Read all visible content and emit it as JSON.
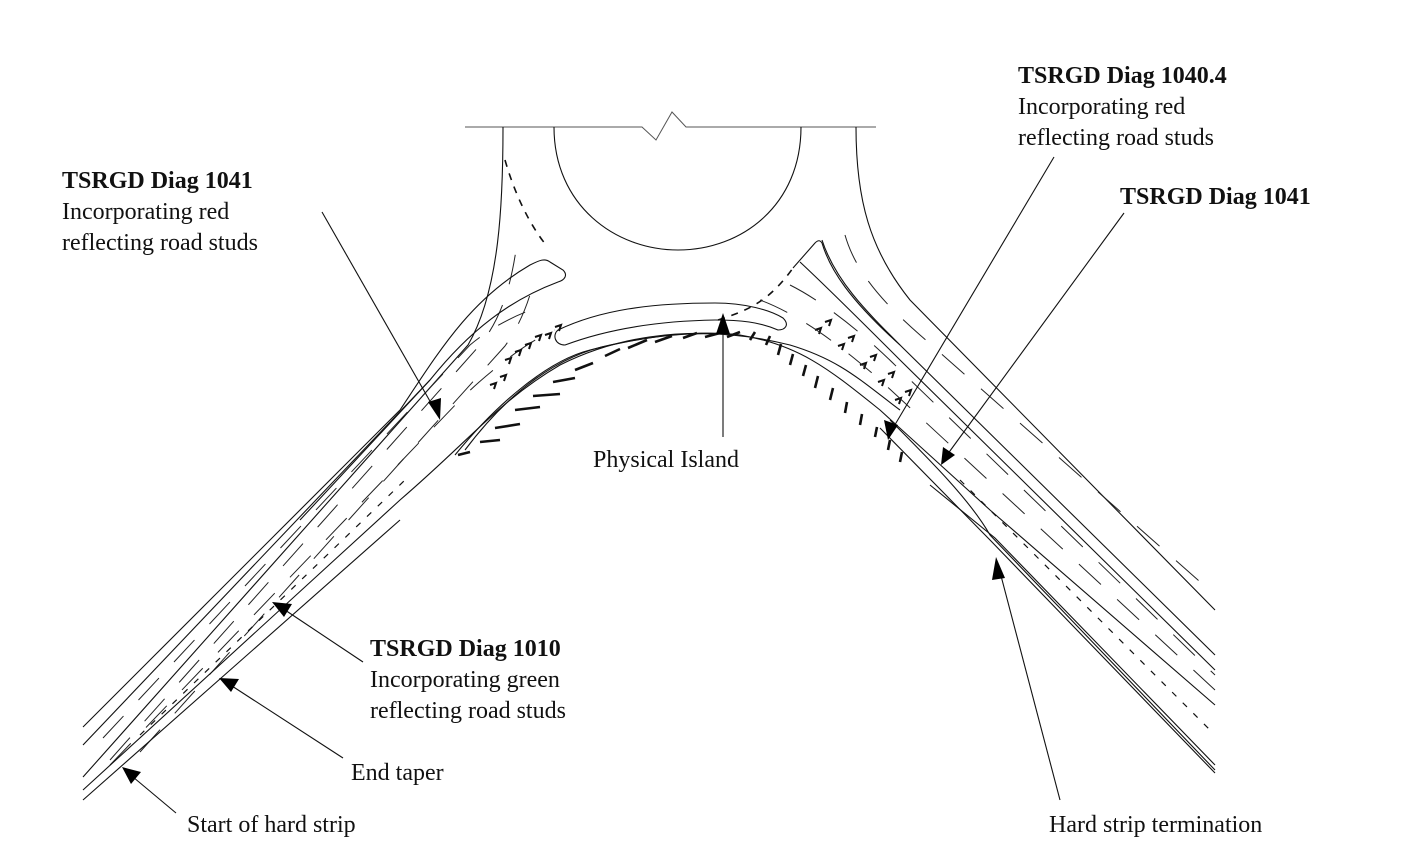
{
  "diagram": {
    "title": "Road junction marking layout",
    "colors": {
      "line": "#111111",
      "background": "#ffffff"
    },
    "labels": {
      "diag1041_left": {
        "title": "TSRGD Diag 1041",
        "line1": "Incorporating red",
        "line2": "reflecting road studs"
      },
      "diag1040_4": {
        "title": "TSRGD Diag 1040.4",
        "line1": "Incorporating red",
        "line2": "reflecting road studs"
      },
      "diag1041_right": {
        "title": "TSRGD Diag 1041"
      },
      "diag1010": {
        "title": "TSRGD Diag 1010",
        "line1": "Incorporating green",
        "line2": "reflecting road studs"
      },
      "physical_island": "Physical Island",
      "end_taper": "End taper",
      "start_hard_strip": "Start of hard strip",
      "hard_strip_termination": "Hard strip termination"
    }
  }
}
